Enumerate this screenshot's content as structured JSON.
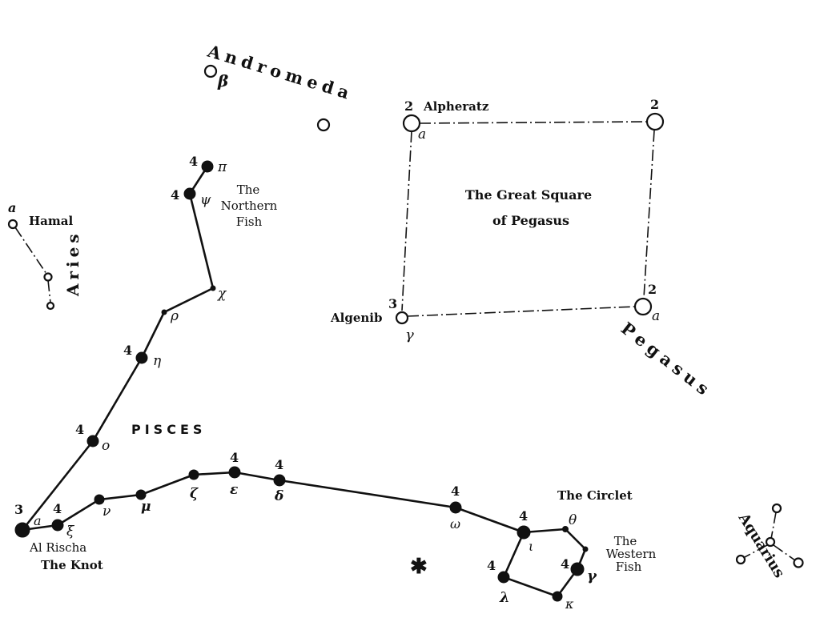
{
  "constellations": {
    "andromeda": "Andromeda",
    "aries": "Aries",
    "pegasus": "Pegasus",
    "aquarius": "Aquarius",
    "pisces": "PISCES"
  },
  "regions": {
    "great_square_line1": "The Great Square",
    "great_square_line2": "of Pegasus",
    "northern_fish_line1": "The",
    "northern_fish_line2": "Northern",
    "northern_fish_line3": "Fish",
    "western_fish_line1": "The",
    "western_fish_line2": "Western",
    "western_fish_line3": "Fish",
    "circlet": "The Circlet"
  },
  "named_stars": {
    "alpheratz": "Alpheratz",
    "algenib": "Algenib",
    "hamal": "Hamal",
    "al_rischa": "Al Rischa",
    "the_knot": "The Knot"
  },
  "pegasus_square": {
    "alpheratz": {
      "greek": "a",
      "mag": "2"
    },
    "beta": {
      "mag": "2"
    },
    "algenib": {
      "greek": "γ",
      "mag": "3"
    },
    "markab": {
      "greek": "a",
      "mag": "2"
    }
  },
  "andromeda_stars": {
    "beta": {
      "greek": "β"
    }
  },
  "aries_stars": {
    "hamal": {
      "greek": "a"
    }
  },
  "pisces_stars": [
    {
      "id": "pi",
      "greek": "π",
      "mag": "4"
    },
    {
      "id": "psi",
      "greek": "ψ",
      "mag": "4"
    },
    {
      "id": "chi",
      "greek": "χ",
      "mag": ""
    },
    {
      "id": "rho",
      "greek": "ρ",
      "mag": ""
    },
    {
      "id": "eta",
      "greek": "η",
      "mag": "4"
    },
    {
      "id": "omicron",
      "greek": "o",
      "mag": "4"
    },
    {
      "id": "alpha",
      "greek": "a",
      "mag": "3"
    },
    {
      "id": "xi",
      "greek": "ξ",
      "mag": "4"
    },
    {
      "id": "nu",
      "greek": "ν",
      "mag": ""
    },
    {
      "id": "mu",
      "greek": "μ",
      "mag": ""
    },
    {
      "id": "zeta",
      "greek": "ζ",
      "mag": ""
    },
    {
      "id": "epsilon",
      "greek": "ε",
      "mag": "4"
    },
    {
      "id": "delta",
      "greek": "δ",
      "mag": "4"
    },
    {
      "id": "omega",
      "greek": "ω",
      "mag": "4"
    },
    {
      "id": "iota",
      "greek": "ι",
      "mag": "4"
    },
    {
      "id": "theta",
      "greek": "θ",
      "mag": ""
    },
    {
      "id": "gamma",
      "greek": "γ",
      "mag": "4"
    },
    {
      "id": "kappa",
      "greek": "κ",
      "mag": ""
    },
    {
      "id": "lambda",
      "greek": "λ",
      "mag": "4"
    }
  ],
  "symbols": {
    "vernal_equinox_mark": "✱"
  },
  "colors": {
    "ink": "#111111",
    "paper": "#ffffff"
  }
}
